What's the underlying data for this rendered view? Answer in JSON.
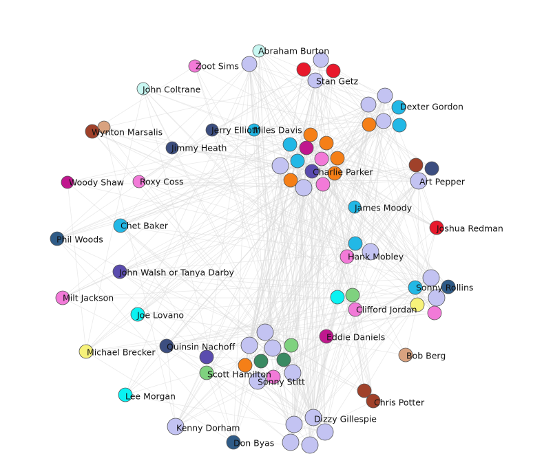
{
  "colors": {
    "lavender": "#c3c3f2",
    "orange": "#f57f17",
    "cyan": "#22b8e6",
    "aqua": "#0af2f2",
    "mint": "#c8f7f2",
    "red": "#e8192c",
    "pink": "#f27ad8",
    "magenta": "#c0178e",
    "steel": "#2f5b87",
    "navy": "#3c4e80",
    "purple": "#5a4cae",
    "green": "#7fd27f",
    "teal": "#3a8a62",
    "brown": "#a0412a",
    "tan": "#d9a27f",
    "yellow": "#f7f27a"
  },
  "labels": [
    "Abraham Burton",
    "Zoot Sims",
    "Stan Getz",
    "John Coltrane",
    "Dexter Gordon",
    "Wynton Marsalis",
    "Jerry Elliott",
    "Miles Davis",
    "Jimmy Heath",
    "Charlie Parker",
    "Woody Shaw",
    "Roxy Coss",
    "Art Pepper",
    "James Moody",
    "Joshua Redman",
    "Chet Baker",
    "Phil Woods",
    "Hank Mobley",
    "John Walsh or Tanya Darby",
    "Sonny Rollins",
    "Milt Jackson",
    "Clifford Jordan",
    "Joe Lovano",
    "Eddie Daniels",
    "Quinsin Nachoff",
    "Michael Brecker",
    "Bob Berg",
    "Scott Hamilton",
    "Sonny Stitt",
    "Lee Morgan",
    "Chris Potter",
    "Dizzy Gillespie",
    "Kenny Dorham",
    "Don Byas"
  ]
}
